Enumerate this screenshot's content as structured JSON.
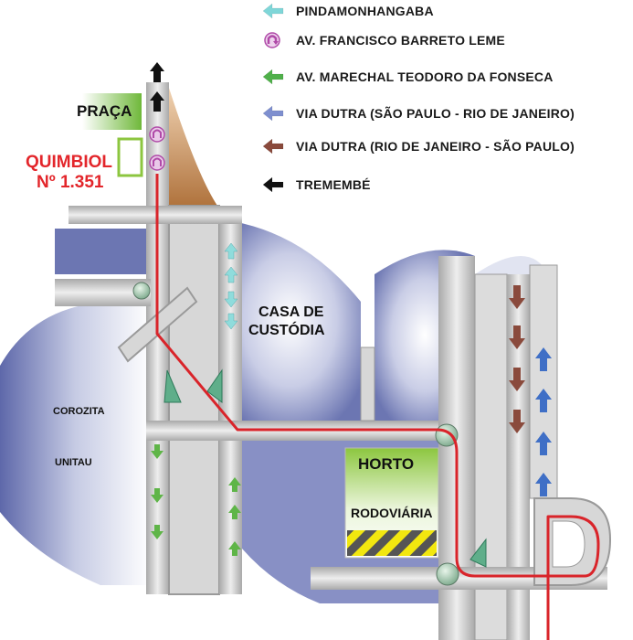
{
  "legend": [
    {
      "icon": "cyan-arrow-left-icon",
      "color": "#7fd6d8",
      "label": "PINDAMONHANGABA"
    },
    {
      "icon": "purple-u-turn-icon",
      "color": "#b04aa8",
      "label": "AV. FRANCISCO BARRETO LEME"
    },
    {
      "icon": "green-arrow-left-icon",
      "color": "#4fb04a",
      "label": "AV. MARECHAL TEODORO DA FONSECA"
    },
    {
      "icon": "blue-arrow-left-icon",
      "color": "#7e8fcf",
      "label": "VIA DUTRA (SÃO PAULO - RIO DE JANEIRO)"
    },
    {
      "icon": "brown-arrow-left-icon",
      "color": "#8a4a3c",
      "label": "VIA DUTRA (RIO DE JANEIRO - SÃO PAULO)"
    },
    {
      "icon": "black-arrow-left-icon",
      "color": "#111111",
      "label": "TREMEMBÉ"
    }
  ],
  "places": {
    "praca": "PRAÇA",
    "company_name": "QUIMBIOL",
    "company_number": "Nº 1.351",
    "casa_line1": "CASA DE",
    "casa_line2": "CUSTÓDIA",
    "corozita": "COROZITA",
    "unitau": "UNITAU",
    "horto": "HORTO",
    "rodoviaria": "RODOVIÁRIA"
  },
  "colors": {
    "route": "#d9242a",
    "road": "#dcdcdc",
    "water": "#6f78b4",
    "green_area": "#8cc63f",
    "company_text": "#e3262b"
  }
}
